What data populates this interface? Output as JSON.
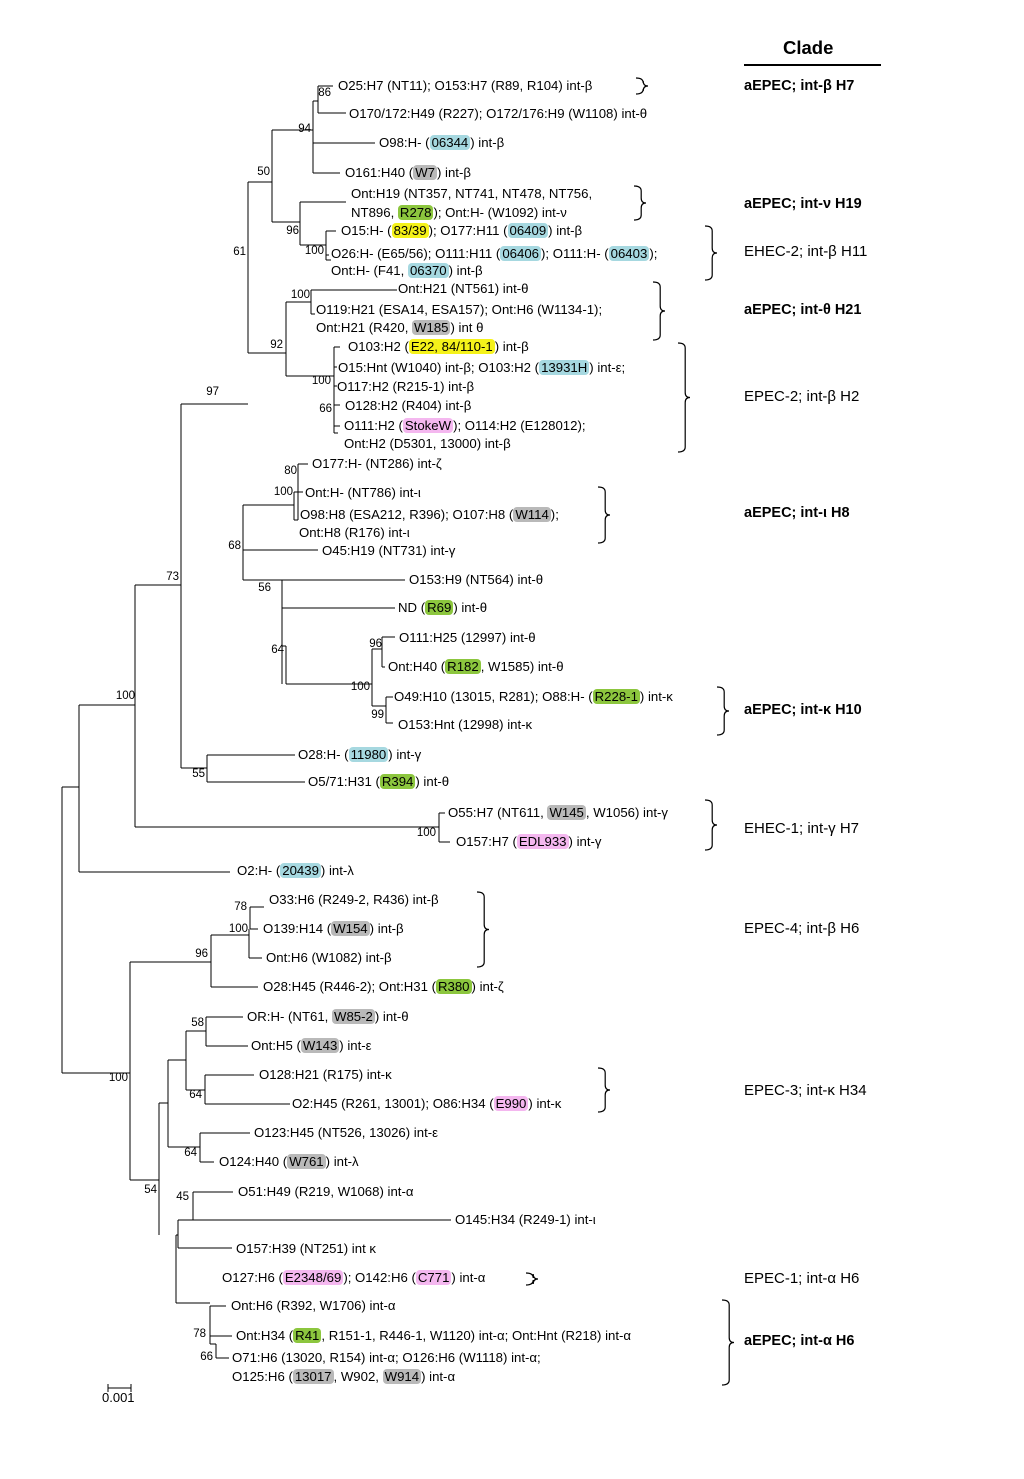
{
  "header": {
    "title": "Clade"
  },
  "scale_bar": {
    "label": "0.001"
  },
  "highlight_colors": {
    "blue": "#a6d8e0",
    "green": "#8cc63e",
    "gray": "#b9b9b9",
    "yellow": "#f5f21a",
    "pink": "#f4b7ef"
  },
  "leaves": [
    {
      "parts": [
        {
          "t": "O25:H7 (NT11); O153:H7 (R89, R104) int-β"
        }
      ]
    },
    {
      "parts": [
        {
          "t": "O170/172:H49 (R227); O172/176:H9 (W1108) int-θ"
        }
      ]
    },
    {
      "parts": [
        {
          "t": "O98:H- ("
        },
        {
          "t": "06344",
          "hl": "blue"
        },
        {
          "t": ") int-β"
        }
      ]
    },
    {
      "parts": [
        {
          "t": "O161:H40 ("
        },
        {
          "t": "W7",
          "hl": "gray"
        },
        {
          "t": ") int-β"
        }
      ]
    },
    {
      "parts": [
        {
          "t": "Ont:H19 (NT357, NT741, NT478, NT756,"
        }
      ]
    },
    {
      "parts": [
        {
          "t": "NT896, "
        },
        {
          "t": "R278",
          "hl": "green"
        },
        {
          "t": "); Ont:H- (W1092) int-ν"
        }
      ]
    },
    {
      "parts": [
        {
          "t": "O15:H- ("
        },
        {
          "t": "83/39",
          "hl": "yellow"
        },
        {
          "t": "); O177:H11 ("
        },
        {
          "t": "06409",
          "hl": "blue"
        },
        {
          "t": ") int-β"
        }
      ]
    },
    {
      "parts": [
        {
          "t": "O26:H- (E65/56); O111:H11 ("
        },
        {
          "t": "06406",
          "hl": "blue"
        },
        {
          "t": "); O111:H- ("
        },
        {
          "t": "06403",
          "hl": "blue"
        },
        {
          "t": ");"
        }
      ]
    },
    {
      "parts": [
        {
          "t": "Ont:H- (F41, "
        },
        {
          "t": "06370",
          "hl": "blue"
        },
        {
          "t": ") int-β"
        }
      ]
    },
    {
      "parts": [
        {
          "t": "Ont:H21 (NT561) int-θ"
        }
      ]
    },
    {
      "parts": [
        {
          "t": "O119:H21 (ESA14, ESA157); Ont:H6 (W1134-1);"
        }
      ]
    },
    {
      "parts": [
        {
          "t": "Ont:H21 (R420, "
        },
        {
          "t": "W185",
          "hl": "gray"
        },
        {
          "t": ") int θ"
        }
      ]
    },
    {
      "parts": [
        {
          "t": "O103:H2 ("
        },
        {
          "t": "E22, 84/110-1",
          "hl": "yellow"
        },
        {
          "t": ") int-β"
        }
      ]
    },
    {
      "parts": [
        {
          "t": "O15:Hnt (W1040) int-β; O103:H2 ("
        },
        {
          "t": "13931H",
          "hl": "blue"
        },
        {
          "t": ") int-ε;"
        }
      ]
    },
    {
      "parts": [
        {
          "t": "O117:H2 (R215-1) int-β"
        }
      ]
    },
    {
      "parts": [
        {
          "t": "O128:H2 (R404) int-β"
        }
      ]
    },
    {
      "parts": [
        {
          "t": "O111:H2 ("
        },
        {
          "t": "StokeW",
          "hl": "pink"
        },
        {
          "t": "); O114:H2 (E128012);"
        }
      ]
    },
    {
      "parts": [
        {
          "t": "Ont:H2 (D5301, 13000) int-β"
        }
      ]
    },
    {
      "parts": [
        {
          "t": "O177:H- (NT286) int-ζ"
        }
      ]
    },
    {
      "parts": [
        {
          "t": "Ont:H- (NT786) int-ι"
        }
      ]
    },
    {
      "parts": [
        {
          "t": "O98:H8 (ESA212, R396); O107:H8 ("
        },
        {
          "t": "W114",
          "hl": "gray"
        },
        {
          "t": ");"
        }
      ]
    },
    {
      "parts": [
        {
          "t": "Ont:H8 (R176) int-ι"
        }
      ]
    },
    {
      "parts": [
        {
          "t": "O45:H19 (NT731) int-γ"
        }
      ]
    },
    {
      "parts": [
        {
          "t": "O153:H9 (NT564) int-θ"
        }
      ]
    },
    {
      "parts": [
        {
          "t": "ND ("
        },
        {
          "t": "R69",
          "hl": "green"
        },
        {
          "t": ") int-θ"
        }
      ]
    },
    {
      "parts": [
        {
          "t": "O111:H25 (12997) int-θ"
        }
      ]
    },
    {
      "parts": [
        {
          "t": "Ont:H40 ("
        },
        {
          "t": "R182",
          "hl": "green"
        },
        {
          "t": ", W1585) int-θ"
        }
      ]
    },
    {
      "parts": [
        {
          "t": "O49:H10 (13015, R281); O88:H- ("
        },
        {
          "t": "R228-1",
          "hl": "green"
        },
        {
          "t": ") int-κ"
        }
      ]
    },
    {
      "parts": [
        {
          "t": "O153:Hnt (12998) int-κ"
        }
      ]
    },
    {
      "parts": [
        {
          "t": "O28:H- ("
        },
        {
          "t": "11980",
          "hl": "blue"
        },
        {
          "t": ") int-γ"
        }
      ]
    },
    {
      "parts": [
        {
          "t": "O5/71:H31 ("
        },
        {
          "t": "R394",
          "hl": "green"
        },
        {
          "t": ") int-θ"
        }
      ]
    },
    {
      "parts": [
        {
          "t": "O55:H7 (NT611, "
        },
        {
          "t": "W145",
          "hl": "gray"
        },
        {
          "t": ", W1056) int-γ"
        }
      ]
    },
    {
      "parts": [
        {
          "t": "O157:H7 ("
        },
        {
          "t": "EDL933",
          "hl": "pink"
        },
        {
          "t": ") int-γ"
        }
      ]
    },
    {
      "parts": [
        {
          "t": "O2:H- ("
        },
        {
          "t": "20439",
          "hl": "blue"
        },
        {
          "t": ") int-λ"
        }
      ]
    },
    {
      "parts": [
        {
          "t": "O33:H6 (R249-2, R436) int-β"
        }
      ]
    },
    {
      "parts": [
        {
          "t": "O139:H14 ("
        },
        {
          "t": "W154",
          "hl": "gray"
        },
        {
          "t": ") int-β"
        }
      ]
    },
    {
      "parts": [
        {
          "t": "Ont:H6 (W1082) int-β"
        }
      ]
    },
    {
      "parts": [
        {
          "t": "O28:H45 (R446-2); Ont:H31 ("
        },
        {
          "t": "R380",
          "hl": "green"
        },
        {
          "t": ") int-ζ"
        }
      ]
    },
    {
      "parts": [
        {
          "t": "OR:H- (NT61, "
        },
        {
          "t": "W85-2",
          "hl": "gray"
        },
        {
          "t": ") int-θ"
        }
      ]
    },
    {
      "parts": [
        {
          "t": "Ont:H5 ("
        },
        {
          "t": "W143",
          "hl": "gray"
        },
        {
          "t": ") int-ε"
        }
      ]
    },
    {
      "parts": [
        {
          "t": "O128:H21 (R175) int-κ"
        }
      ]
    },
    {
      "parts": [
        {
          "t": "O2:H45 (R261, 13001); O86:H34 ("
        },
        {
          "t": "E990",
          "hl": "pink"
        },
        {
          "t": ") int-κ"
        }
      ]
    },
    {
      "parts": [
        {
          "t": "O123:H45 (NT526, 13026) int-ε"
        }
      ]
    },
    {
      "parts": [
        {
          "t": "O124:H40 ("
        },
        {
          "t": "W761",
          "hl": "gray"
        },
        {
          "t": ") int-λ"
        }
      ]
    },
    {
      "parts": [
        {
          "t": "O51:H49 (R219, W1068) int-α"
        }
      ]
    },
    {
      "parts": [
        {
          "t": "O145:H34 (R249-1) int-ι"
        }
      ]
    },
    {
      "parts": [
        {
          "t": "O157:H39 (NT251) int κ"
        }
      ]
    },
    {
      "parts": [
        {
          "t": "O127:H6 ("
        },
        {
          "t": "E2348/69",
          "hl": "pink"
        },
        {
          "t": "); O142:H6 ("
        },
        {
          "t": "C771",
          "hl": "pink"
        },
        {
          "t": ") int-α"
        }
      ]
    },
    {
      "parts": [
        {
          "t": "Ont:H6 (R392, W1706) int-α"
        }
      ]
    },
    {
      "parts": [
        {
          "t": "Ont:H34 ("
        },
        {
          "t": "R41",
          "hl": "green"
        },
        {
          "t": ", R151-1, R446-1, W1120) int-α; Ont:Hnt (R218) int-α"
        }
      ]
    },
    {
      "parts": [
        {
          "t": "O71:H6 (13020, R154) int-α; O126:H6 (W1118) int-α;"
        }
      ]
    },
    {
      "parts": [
        {
          "t": "O125:H6 ("
        },
        {
          "t": "13017",
          "hl": "gray"
        },
        {
          "t": ", W902, "
        },
        {
          "t": "W914",
          "hl": "gray"
        },
        {
          "t": ") int-α"
        }
      ]
    }
  ],
  "bootstraps": [
    "86",
    "94",
    "50",
    "96",
    "100",
    "61",
    "100",
    "92",
    "100",
    "66",
    "97",
    "80",
    "100",
    "68",
    "56",
    "96",
    "100",
    "99",
    "64",
    "73",
    "55",
    "100",
    "100",
    "78",
    "100",
    "96",
    "58",
    "64",
    "64",
    "45",
    "54",
    "78",
    "66",
    "100"
  ],
  "clades": [
    {
      "label": "aEPEC; int-β H7",
      "bold": true
    },
    {
      "label": "aEPEC; int-ν H19",
      "bold": true
    },
    {
      "label": "EHEC-2; int-β H11",
      "bold": false
    },
    {
      "label": "aEPEC; int-θ H21",
      "bold": true
    },
    {
      "label": "EPEC-2; int-β H2",
      "bold": false
    },
    {
      "label": "aEPEC; int-ι H8",
      "bold": true
    },
    {
      "label": "aEPEC; int-κ H10",
      "bold": true
    },
    {
      "label": "EHEC-1; int-γ H7",
      "bold": false
    },
    {
      "label": "EPEC-4; int-β H6",
      "bold": false
    },
    {
      "label": "EPEC-3; int-κ H34",
      "bold": false
    },
    {
      "label": "EPEC-1; int-α H6",
      "bold": false
    },
    {
      "label": "aEPEC; int-α H6",
      "bold": true
    }
  ]
}
